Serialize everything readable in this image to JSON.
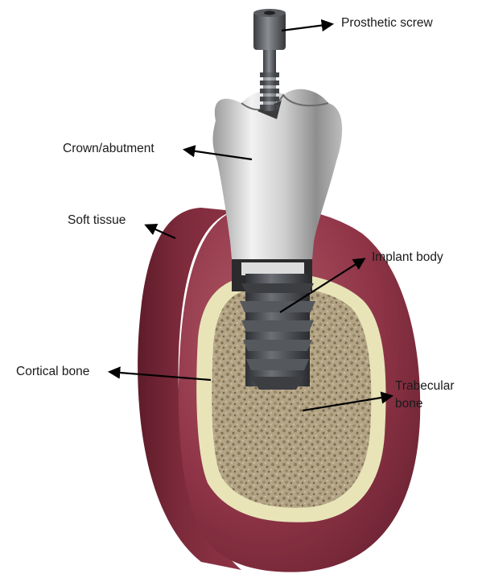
{
  "labels": {
    "prosthetic_screw": "Prosthetic screw",
    "crown_abutment": "Crown/abutment",
    "soft_tissue": "Soft tissue",
    "implant_body": "Implant body",
    "cortical_bone": "Cortical bone",
    "trabecular_bone_line1": "Trabecular",
    "trabecular_bone_line2": "bone"
  },
  "colors": {
    "soft_tissue": "#8e3446",
    "soft_tissue_dark": "#5e1c2a",
    "cortical_bone": "#e8e4b8",
    "trabecular_bone": "#a8987a",
    "metal": "#d8d8d8",
    "implant": "#4a4c50"
  }
}
